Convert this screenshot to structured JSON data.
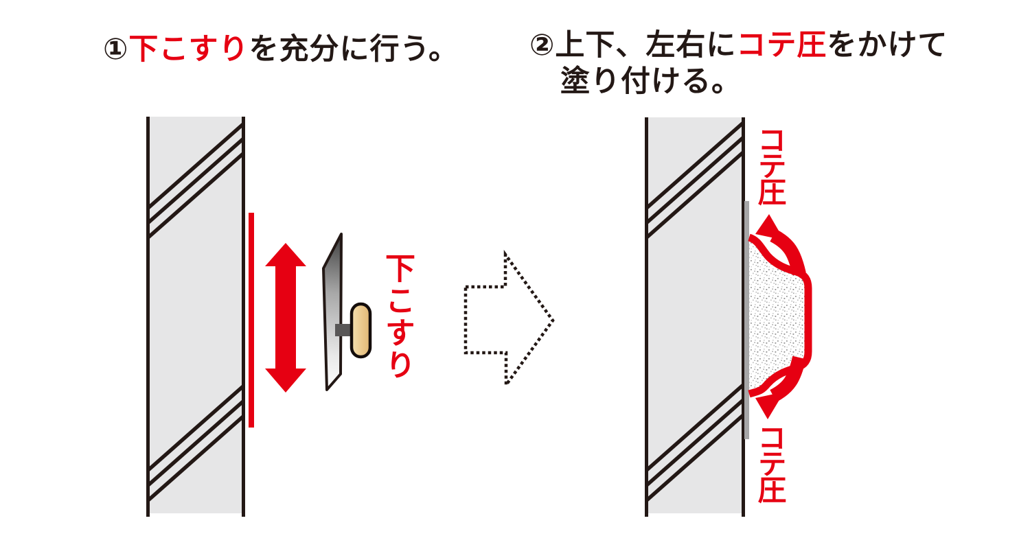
{
  "colors": {
    "accent_red": "#e60012",
    "line_dark": "#231815",
    "wall_fill": "#e6e6e7",
    "base_coat_gray": "#a6a6a7",
    "handle_tan": "#ebc98d",
    "stem_gray": "#595757"
  },
  "step1": {
    "title": {
      "prefix": "①",
      "highlight": "下こすり",
      "suffix": "を充分に行う。"
    },
    "tool_label": "下こすり"
  },
  "step2": {
    "title_line1": {
      "prefix": "②上下、左右に",
      "highlight": "コテ圧",
      "suffix": "をかけて"
    },
    "title_line2": "塗り付ける。",
    "pressure_label_top": "コテ圧",
    "pressure_label_bottom": "コテ圧"
  }
}
